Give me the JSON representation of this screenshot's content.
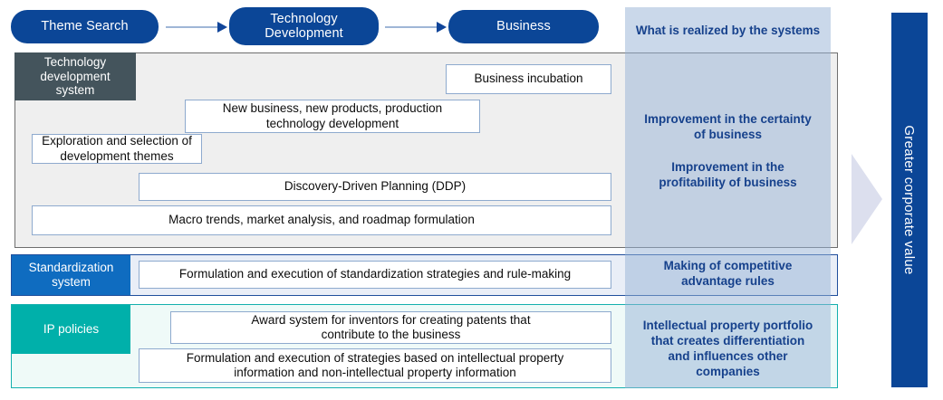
{
  "flow": {
    "steps": [
      {
        "label": "Theme Search"
      },
      {
        "label": "Technology\nDevelopment"
      },
      {
        "label": "Business"
      }
    ]
  },
  "sections": [
    {
      "key": "technology_development_system",
      "category_label": "Technology\ndevelopment\nsystem",
      "category_color": "#44545C",
      "frame_color": "#6E6E6E",
      "items": [
        {
          "label": "Business incubation"
        },
        {
          "label": "New business, new products, production\ntechnology development"
        },
        {
          "label": "Exploration and selection of\ndevelopment themes"
        },
        {
          "label": "Discovery-Driven Planning (DDP)"
        },
        {
          "label": "Macro trends, market analysis, and roadmap formulation"
        }
      ]
    },
    {
      "key": "standardization_system",
      "category_label": "Standardization\nsystem",
      "category_color": "#0F6CC0",
      "frame_color": "#1F4E9C",
      "items": [
        {
          "label": "Formulation and execution of standardization strategies and rule-making"
        }
      ]
    },
    {
      "key": "ip_policies",
      "category_label": "IP policies",
      "category_color": "#00B0AA",
      "frame_color": "#14B0AE",
      "items": [
        {
          "label": "Award system for inventors for creating patents that\ncontribute to the business"
        },
        {
          "label": "Formulation and execution of strategies based on intellectual property\ninformation and non-intellectual property information"
        }
      ]
    }
  ],
  "outcomes": {
    "header": "What is realized by the systems",
    "items": [
      {
        "label": "Improvement in the certainty\nof business"
      },
      {
        "label": "Improvement in the\nprofitability of business"
      },
      {
        "label": "Making of competitive\nadvantage rules"
      },
      {
        "label": "Intellectual property portfolio\nthat creates differentiation\nand influences other\ncompanies"
      }
    ],
    "panel_color": "#96B2D6",
    "text_color": "#16418C"
  },
  "value_bar": {
    "label": "Greater corporate value",
    "color": "#0B4697",
    "arrow_color": "#DCDFEE"
  }
}
